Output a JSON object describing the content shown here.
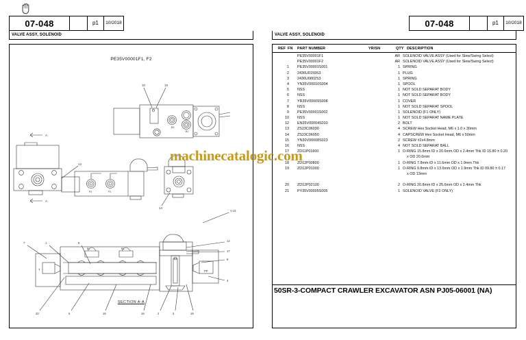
{
  "cursor": {
    "icon": "grab-hand-cursor"
  },
  "watermark": {
    "text": "machinecatalogic.com",
    "color": "#c79a16"
  },
  "left_page": {
    "header": {
      "code": "07-048",
      "blank": "",
      "page": "p1",
      "date": "10/2018"
    },
    "subheader": "VALVE ASSY, SOLENOID",
    "drawing": {
      "title": "PE35V00001F1, F2",
      "section_label": "SECTION  A-A",
      "view_labels": [
        "A",
        "A",
        "B2",
        "B1",
        "P2",
        "P1",
        "T",
        "PP",
        "A-21"
      ],
      "callouts": [
        "10",
        "19",
        "13",
        "14",
        "1",
        "7",
        "8",
        "12",
        "17",
        "5",
        "4",
        "20",
        "5",
        "16",
        "18",
        "2",
        "3",
        "19",
        "9",
        "21"
      ]
    }
  },
  "right_page": {
    "header": {
      "code": "07-048",
      "blank": "",
      "page": "p1",
      "date": "10/2018"
    },
    "subheader": "VALVE ASSY, SOLENOID",
    "table": {
      "columns": [
        "REF",
        "FN",
        "PART NUMBER",
        "YR/SN",
        "QTY",
        "DESCRIPTION"
      ],
      "rows": [
        {
          "ref": "",
          "pn": "PE35V00001F1",
          "yrsn": "",
          "qty": "AR",
          "desc": "SOLENOID VALVE  ASSY (Used for Slew/Swing Select)"
        },
        {
          "ref": "",
          "pn": "PE35V00001F2",
          "yrsn": "",
          "qty": "AR",
          "desc": "SOLENOID VALVE  ASSY (Used for Slew/Swing Select)"
        },
        {
          "ref": "1",
          "pn": "PE35V00001S001",
          "yrsn": "",
          "qty": "1",
          "desc": "SPRING"
        },
        {
          "ref": "2",
          "pn": "2436U0159S3",
          "yrsn": "",
          "qty": "1",
          "desc": "PLUG"
        },
        {
          "ref": "3",
          "pn": "2436U0802S3",
          "yrsn": "",
          "qty": "1",
          "desc": "SPRING"
        },
        {
          "ref": "4",
          "pn": "YN35V00010S004",
          "yrsn": "",
          "qty": "1",
          "desc": "SPOOL"
        },
        {
          "ref": "5",
          "pn": "NSS",
          "yrsn": "",
          "qty": "1",
          "desc": "NOT SOLD SEPARAT  BODY"
        },
        {
          "ref": "6",
          "pn": "NSS",
          "yrsn": "",
          "qty": "1",
          "desc": "NOT SOLD SEPARAT  BODY"
        },
        {
          "ref": "7",
          "pn": "YR35V00009S008",
          "yrsn": "",
          "qty": "1",
          "desc": "COVER"
        },
        {
          "ref": "8",
          "pn": "NSS",
          "yrsn": "",
          "qty": "1",
          "desc": "NOT SOLD SEPARAT  SPOOL"
        },
        {
          "ref": "9",
          "pn": "PE35V00001S002",
          "yrsn": "",
          "qty": "1",
          "desc": "SOLENOID  (F1 ONLY)"
        },
        {
          "ref": "10",
          "pn": "NSS",
          "yrsn": "",
          "qty": "1",
          "desc": "NOT SOLD SEPARAT  NAME PLATE"
        },
        {
          "ref": "12",
          "pn": "EN35V00004S010",
          "yrsn": "",
          "qty": "2",
          "desc": "BOLT"
        },
        {
          "ref": "13",
          "pn": "ZS23C06030",
          "yrsn": "",
          "qty": "4",
          "desc": "SCREW Hex Socket Head, M6 x 1.0 x 30mm"
        },
        {
          "ref": "14",
          "pn": "ZS23C06050",
          "yrsn": "",
          "qty": "4",
          "desc": "CAPSCREW Hex Socket Head, M6 x 50mm"
        },
        {
          "ref": "15",
          "pn": "YN30V00008S023",
          "yrsn": "",
          "qty": "2",
          "desc": "SCREW #2x4.8mm"
        },
        {
          "ref": "16",
          "pn": "NSS",
          "yrsn": "",
          "qty": "4",
          "desc": "NOT SOLD SEPARAT  BALL"
        },
        {
          "ref": "17",
          "pn": "ZD11P01600",
          "yrsn": "",
          "qty": "1",
          "desc": "O-RING 15.8mm ID x 20.6mm OD x 2.4mm Thk ID 15.80 ± 0.20",
          "desc2": "x OD 20.6mm"
        },
        {
          "ref": "18",
          "pn": "ZD12P00800",
          "yrsn": "",
          "qty": "1",
          "desc": "O-RING 7.8mm ID x 11.6mm OD x 1.9mm Thk"
        },
        {
          "ref": "19",
          "pn": "ZD12P01000",
          "yrsn": "",
          "qty": "1",
          "desc": "O-RING 9.8mm ID x 13.6mm OD x 1.9mm Thk ID 09.80 ± 0.17",
          "desc2": "x OD 13mm"
        },
        {
          "ref": "20",
          "pn": "ZD12P02100",
          "yrsn": "",
          "qty": "2",
          "desc": "O-RING 20.8mm ID x 25.6mm OD x 2.4mm Thk"
        },
        {
          "ref": "21",
          "pn": "PY35V00005S005",
          "yrsn": "",
          "qty": "1",
          "desc": "SOLENOID  VALVE (F2 ONLY)"
        }
      ]
    },
    "footer_title": "50SR-3-COMPACT CRAWLER EXCAVATOR ASN PJ05-06001 (NA)"
  }
}
